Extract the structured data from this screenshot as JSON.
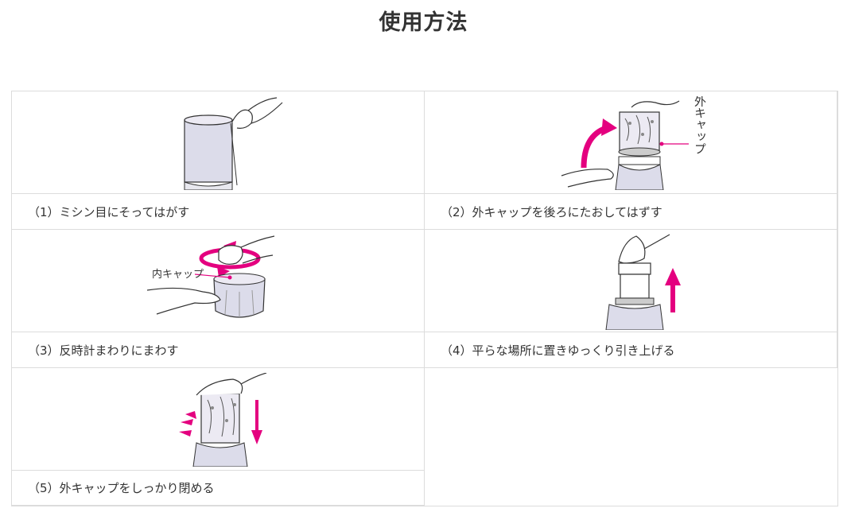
{
  "title": "使用方法",
  "steps": [
    {
      "caption": "（1）ミシン目にそってはがす"
    },
    {
      "caption": "（2）外キャップを後ろにたおしてはずす",
      "callout": "外キャップ"
    },
    {
      "caption": "（3）反時計まわりにまわす",
      "callout": "内キャップ"
    },
    {
      "caption": "（4）平らな場所に置きゆっくり引き上げる"
    },
    {
      "caption": "（5）外キャップをしっかり閉める"
    }
  ],
  "colors": {
    "accent": "#e4007f",
    "line": "#333333",
    "fill": "#dcdcea",
    "border": "#dcdcdc"
  }
}
